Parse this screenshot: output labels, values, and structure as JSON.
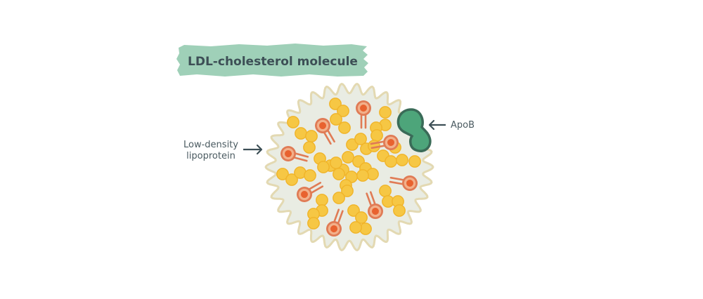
{
  "title": "LDL-cholesterol molecule",
  "labels": {
    "apob": "ApoB",
    "ldl_line1": "Low-density",
    "ldl_line2": "lipoprotein"
  },
  "colors": {
    "banner": "#9fd0b8",
    "membrane_fill": "#e9ece3",
    "membrane_stroke": "#e3d9b2",
    "cholesterol_fill": "#f6c744",
    "cholesterol_stroke": "#f0b429",
    "phospholipid_outer": "#e07b55",
    "phospholipid_ring": "#f2b08a",
    "phospholipid_core": "#e8622f",
    "apob_fill": "#4da57a",
    "apob_stroke": "#3a6b58",
    "arrow": "#3d4f56"
  }
}
